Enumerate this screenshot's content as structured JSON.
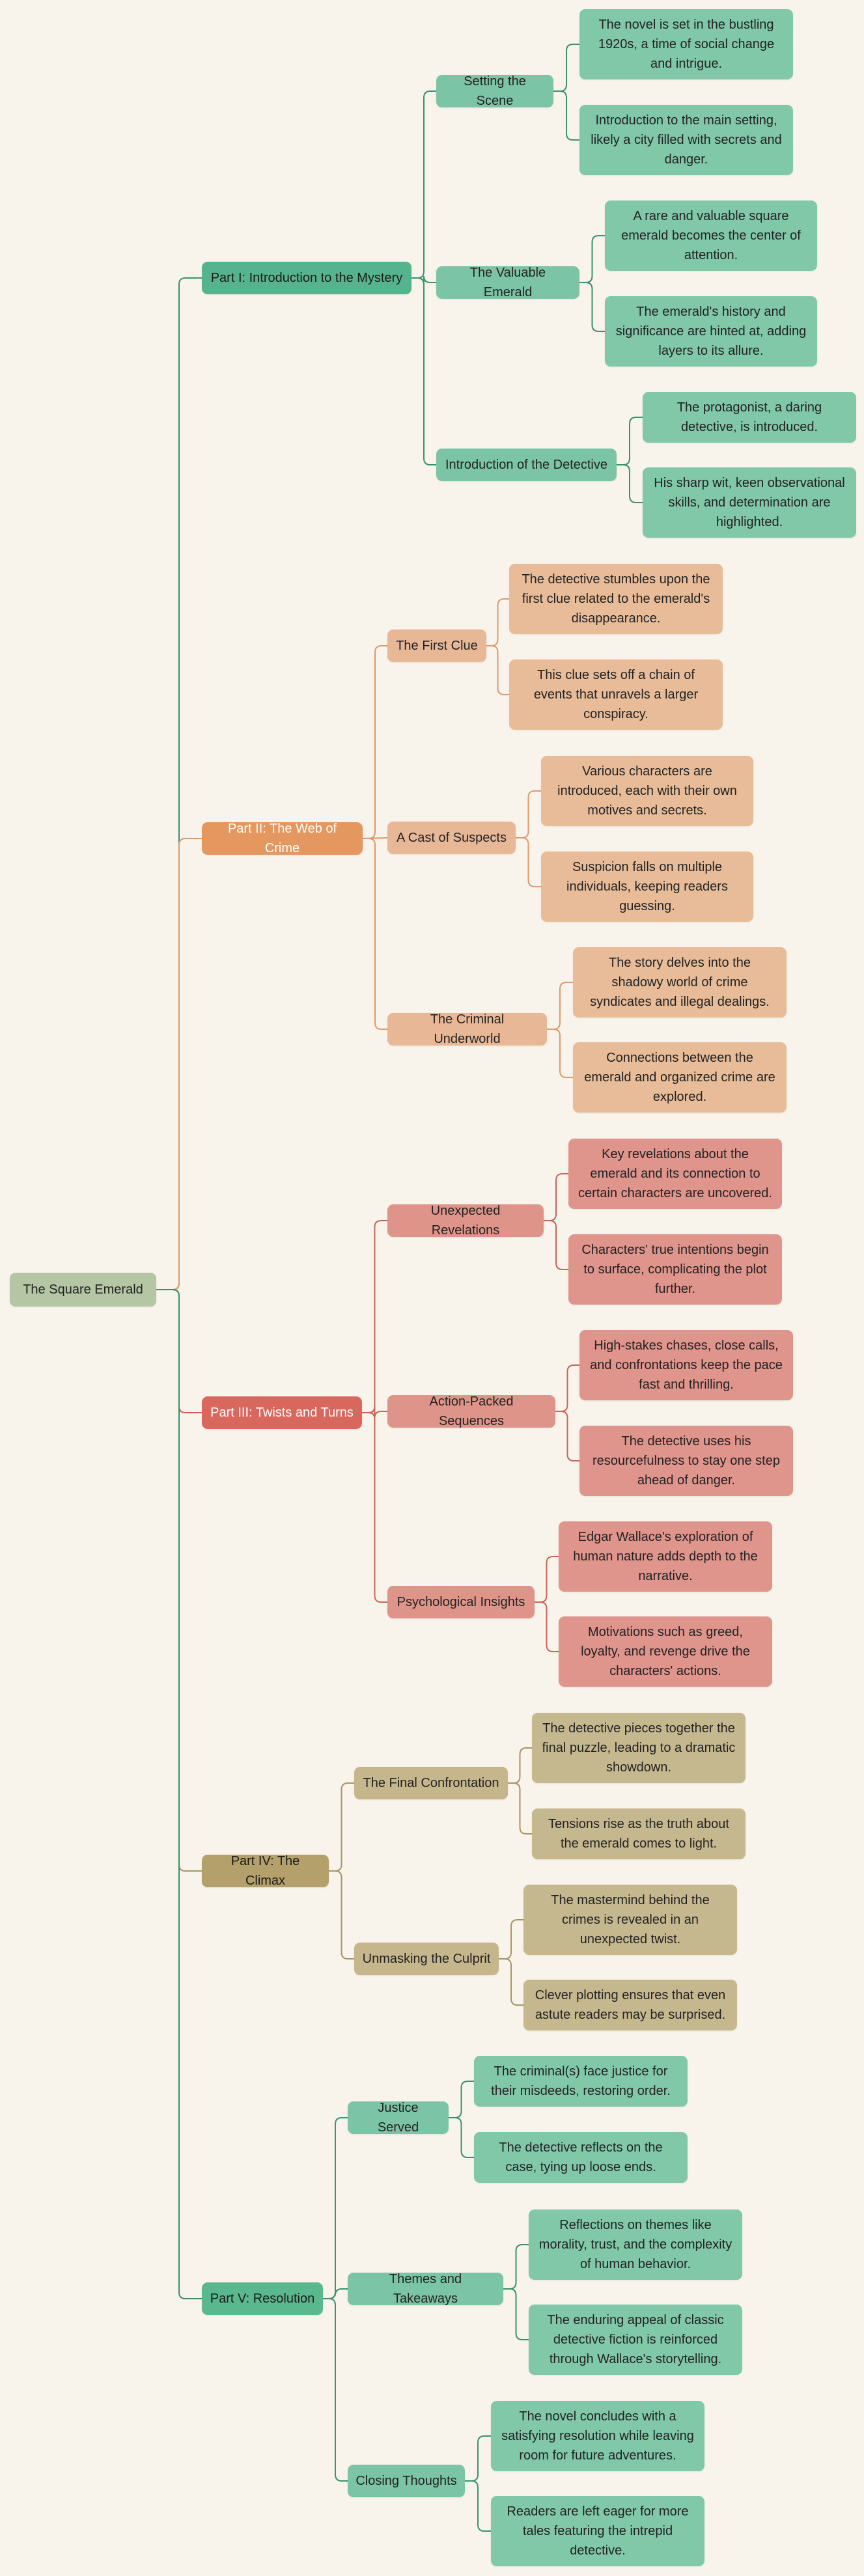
{
  "colors": {
    "root": "#b4c6a4",
    "p1": {
      "part": "#55b48e",
      "sub": "#7cc4a6",
      "leaf": "#80c8a8",
      "line": "#3a9070"
    },
    "p2": {
      "part": "#e4975f",
      "sub": "#e8b896",
      "leaf": "#e8bc98",
      "line": "#dc9a6a"
    },
    "p3": {
      "part": "#d8685e",
      "sub": "#df948a",
      "leaf": "#df948c",
      "line": "#c86458"
    },
    "p4": {
      "part": "#b4a06a",
      "sub": "#c6b68c",
      "leaf": "#c6b88e",
      "line": "#a89464"
    },
    "p5": {
      "part": "#5ab88e",
      "sub": "#7cc4a6",
      "leaf": "#80c8a8",
      "line": "#3a9070"
    }
  },
  "root": "The Square Emerald",
  "parts": [
    {
      "label": "Part I: Introduction to the Mystery",
      "subs": [
        {
          "label": "Setting the Scene",
          "leaves": [
            "The novel is set in the bustling 1920s, a time of social change and intrigue.",
            "Introduction to the main setting, likely a city filled with secrets and danger."
          ]
        },
        {
          "label": "The Valuable Emerald",
          "leaves": [
            "A rare and valuable square emerald becomes the center of attention.",
            "The emerald's history and significance are hinted at, adding layers to its allure."
          ]
        },
        {
          "label": "Introduction of the Detective",
          "leaves": [
            "The protagonist, a daring detective, is introduced.",
            "His sharp wit, keen observational skills, and determination are highlighted."
          ]
        }
      ]
    },
    {
      "label": "Part II: The Web of Crime",
      "subs": [
        {
          "label": "The First Clue",
          "leaves": [
            "The detective stumbles upon the first clue related to the emerald's disappearance.",
            "This clue sets off a chain of events that unravels a larger conspiracy."
          ]
        },
        {
          "label": "A Cast of Suspects",
          "leaves": [
            "Various characters are introduced, each with their own motives and secrets.",
            "Suspicion falls on multiple individuals, keeping readers guessing."
          ]
        },
        {
          "label": "The Criminal Underworld",
          "leaves": [
            "The story delves into the shadowy world of crime syndicates and illegal dealings.",
            "Connections between the emerald and organized crime are explored."
          ]
        }
      ]
    },
    {
      "label": "Part III: Twists and Turns",
      "subs": [
        {
          "label": "Unexpected Revelations",
          "leaves": [
            "Key revelations about the emerald and its connection to certain characters are uncovered.",
            "Characters' true intentions begin to surface, complicating the plot further."
          ]
        },
        {
          "label": "Action-Packed Sequences",
          "leaves": [
            "High-stakes chases, close calls, and confrontations keep the pace fast and thrilling.",
            "The detective uses his resourcefulness to stay one step ahead of danger."
          ]
        },
        {
          "label": "Psychological Insights",
          "leaves": [
            "Edgar Wallace's exploration of human nature adds depth to the narrative.",
            "Motivations such as greed, loyalty, and revenge drive the characters' actions."
          ]
        }
      ]
    },
    {
      "label": "Part IV: The Climax",
      "subs": [
        {
          "label": "The Final Confrontation",
          "leaves": [
            "The detective pieces together the final puzzle, leading to a dramatic showdown.",
            "Tensions rise as the truth about the emerald comes to light."
          ]
        },
        {
          "label": "Unmasking the Culprit",
          "leaves": [
            "The mastermind behind the crimes is revealed in an unexpected twist.",
            "Clever plotting ensures that even astute readers may be surprised."
          ]
        }
      ]
    },
    {
      "label": "Part V: Resolution",
      "subs": [
        {
          "label": "Justice Served",
          "leaves": [
            "The criminal(s) face justice for their misdeeds, restoring order.",
            "The detective reflects on the case, tying up loose ends."
          ]
        },
        {
          "label": "Themes and Takeaways",
          "leaves": [
            "Reflections on themes like morality, trust, and the complexity of human behavior.",
            "The enduring appeal of classic detective fiction is reinforced through Wallace's storytelling."
          ]
        },
        {
          "label": "Closing Thoughts",
          "leaves": [
            "The novel concludes with a satisfying resolution while leaving room for future adventures.",
            "Readers are left eager for more tales featuring the intrepid detective."
          ]
        }
      ]
    }
  ]
}
